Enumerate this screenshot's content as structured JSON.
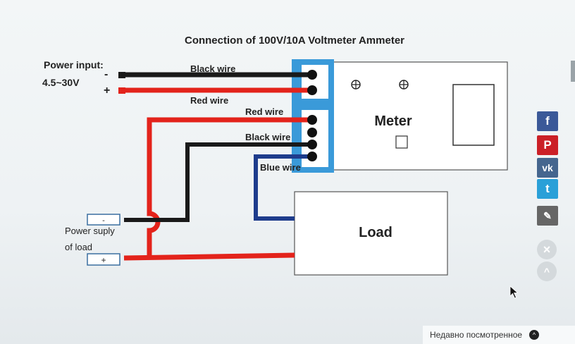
{
  "diagram": {
    "title": "Connection of 100V/10A Voltmeter Ammeter",
    "power_input_label": "Power input:",
    "power_input_voltage": "4.5~30V",
    "minus_sign": "-",
    "plus_sign": "+",
    "black_wire_top": "Black wire",
    "red_wire_top": "Red wire",
    "red_wire_mid": "Red wire",
    "black_wire_mid": "Black wire",
    "blue_wire": "Blue wire",
    "meter_label": "Meter",
    "load_label": "Load",
    "supply_label_line1": "Power suply",
    "supply_label_line2": "of load",
    "supply_minus": "-",
    "supply_plus": "+",
    "wire_colors": {
      "red": "#e3231b",
      "black": "#1a1a1a",
      "blue": "#1e3c8c",
      "terminal_blue": "#3a9ad9"
    }
  },
  "share": {
    "facebook_label": "f",
    "pinterest_label": "P",
    "vk_label": "vk",
    "twitter_label": "t",
    "edit_label": "✎",
    "colors": {
      "facebook": "#3b5998",
      "pinterest": "#cb2027",
      "vk": "#45668e",
      "twitter": "#2aa0d8",
      "edit": "#666666"
    }
  },
  "controls": {
    "close_icon": "×",
    "up_icon": "^"
  },
  "recent": {
    "label": "Недавно посмотренное",
    "arrow": "^"
  }
}
